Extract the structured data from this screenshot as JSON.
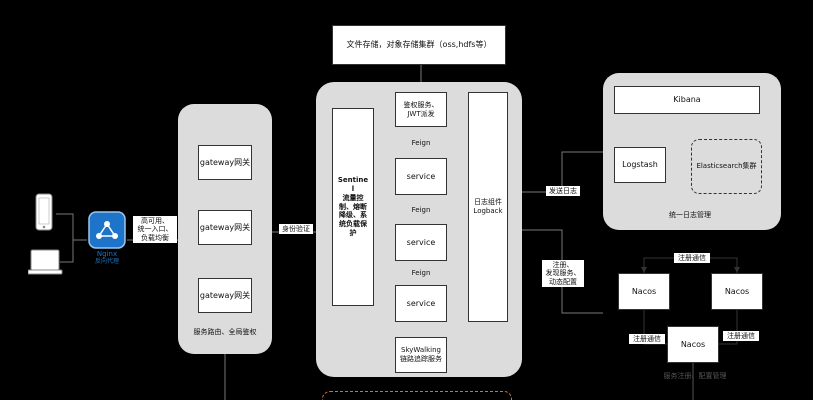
{
  "storage": {
    "label": "文件存储，对象存储集群（oss,hdfs等）"
  },
  "nginx": {
    "label": "Nginx",
    "sub": "反向代理"
  },
  "ha_tag": {
    "label": "高可用、\n统一入口、\n负载均衡"
  },
  "gateway_panel": {
    "nodes": [
      "gateway网关",
      "gateway网关",
      "gateway网关"
    ],
    "caption": "服务路由、全局鉴权"
  },
  "auth_tag": {
    "label": "身份验证"
  },
  "services_panel": {
    "sentinel": "Sentine\nl\n流量控\n制、熔断\n降级、系\n统负载保\n护",
    "auth_service": "鉴权服务、\nJWT派发",
    "services": [
      "service",
      "service",
      "service"
    ],
    "feign": [
      "Feign",
      "Feign",
      "Feign"
    ],
    "log_component": "日志组件\nLogback",
    "skywalking": "SkyWalking\n链路追踪服务"
  },
  "log_tag": {
    "label": "发送日志"
  },
  "register_tag": {
    "label": "注册、\n发现服务、\n动态配置"
  },
  "logging_panel": {
    "kibana": "Kibana",
    "logstash": "Logstash",
    "elasticsearch": "Elasticsearch集群",
    "caption": "统一日志管理"
  },
  "nacos_cluster": {
    "nodes": [
      "Nacos",
      "Nacos",
      "Nacos"
    ],
    "sync_tags": [
      "注册通信",
      "注册通信",
      "注册通信"
    ],
    "caption": "服务注册、配置管理"
  },
  "colors": {
    "background": "#000000",
    "panel": "#dcdcdc",
    "box": "#ffffff",
    "accent_dashed": "#e07020"
  }
}
